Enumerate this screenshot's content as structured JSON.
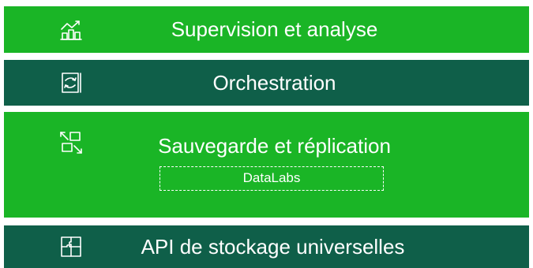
{
  "colors": {
    "light_green": "#1ab526",
    "dark_green": "#0f5f49",
    "text": "#ffffff"
  },
  "layers": [
    {
      "label": "Supervision et analyse",
      "icon": "chart-icon"
    },
    {
      "label": "Orchestration",
      "icon": "orchestration-icon"
    },
    {
      "label": "Sauvegarde et réplication",
      "icon": "replication-icon",
      "sub_label": "DataLabs"
    },
    {
      "label": "API de stockage universelles",
      "icon": "puzzle-icon"
    }
  ]
}
